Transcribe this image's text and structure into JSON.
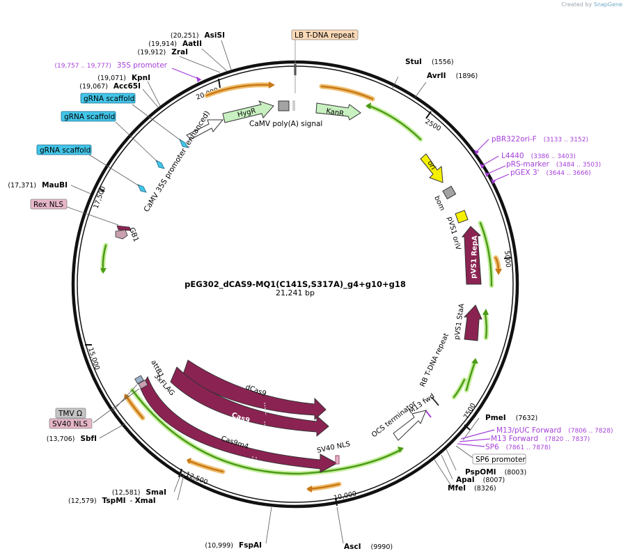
{
  "credit": {
    "prefix": "Created by",
    "brand": "SnapGene"
  },
  "plasmid": {
    "name": "pEG302_dCAS9-MQ1(C141S,S317A)_g4+g10+g18",
    "length_label": "21,241 bp",
    "length_bp": 21241
  },
  "colors": {
    "backbone": "#111111",
    "enzyme_label": "#000000",
    "primer": "#a53fd8",
    "cds": "#8b2352",
    "marker": "#c8f0c0",
    "ori": "#f5f000",
    "rep_orange": "#f0a030",
    "green_arrow": "#5aa020",
    "grey_box": "#a3a3a3",
    "grna": "#43c5e8",
    "nls": "#e6b6c8"
  },
  "ticks": [
    {
      "bp": 2500,
      "label": "2500"
    },
    {
      "bp": 5000,
      "label": "5000"
    },
    {
      "bp": 7500,
      "label": "7500"
    },
    {
      "bp": 10000,
      "label": "10,000"
    },
    {
      "bp": 12500,
      "label": "12,500"
    },
    {
      "bp": 15000,
      "label": "15,000"
    },
    {
      "bp": 17500,
      "label": "17,500"
    },
    {
      "bp": 20000,
      "label": "20,000"
    }
  ],
  "enzymes_right": [
    {
      "name": "StuI",
      "pos": "(1556)",
      "bp": 1556
    },
    {
      "name": "AvrII",
      "pos": "(1896)",
      "bp": 1896
    },
    {
      "name": "PmeI",
      "pos": "(7632)",
      "bp": 7632
    },
    {
      "name": "PspOMI",
      "pos": "(8003)",
      "bp": 8003
    },
    {
      "name": "ApaI",
      "pos": "(8007)",
      "bp": 8007
    },
    {
      "name": "MfeI",
      "pos": "(8326)",
      "bp": 8326
    },
    {
      "name": "AscI",
      "pos": "(9990)",
      "bp": 9990
    }
  ],
  "enzymes_left": [
    {
      "name": "AsiSI",
      "pos": "(20,251)",
      "bp": 20251
    },
    {
      "name": "AatII",
      "pos": "(19,914)",
      "bp": 19914
    },
    {
      "name": "ZraI",
      "pos": "(19,912)",
      "bp": 19912
    },
    {
      "name": "KpnI",
      "pos": "(19,071)",
      "bp": 19071
    },
    {
      "name": "Acc65I",
      "pos": "(19,067)",
      "bp": 19067
    },
    {
      "name": "MauBI",
      "pos": "(17,371)",
      "bp": 17371
    },
    {
      "name": "SbfI",
      "pos": "(13,706)",
      "bp": 13706
    },
    {
      "name": "SmaI",
      "pos": "(12,581)",
      "bp": 12581
    },
    {
      "name": "TspMI",
      "pos": "(12,579)",
      "bp": 12579
    },
    {
      "name": "XmaI",
      "pos": "",
      "bp": 12579
    },
    {
      "name": "FspAI",
      "pos": "(10,999)",
      "bp": 10999
    }
  ],
  "primers": [
    {
      "name": "pBR322ori-F",
      "range": "(3133 .. 3152)"
    },
    {
      "name": "L4440",
      "range": "(3386 .. 3403)"
    },
    {
      "name": "pRS-marker",
      "range": "(3484 .. 3503)"
    },
    {
      "name": "pGEX 3'",
      "range": "(3644 .. 3666)"
    },
    {
      "name": "M13/pUC Forward",
      "range": "(7806 .. 7828)"
    },
    {
      "name": "M13 Forward",
      "range": "(7820 .. 7837)"
    },
    {
      "name": "SP6",
      "range": "(7861 .. 7878)"
    },
    {
      "name": "35S promoter",
      "range": "(19,757 .. 19,777)"
    }
  ],
  "boxed_labels": [
    {
      "text": "LB T-DNA repeat",
      "style": "tdna"
    },
    {
      "text": "gRNA scaffold",
      "style": "grna"
    },
    {
      "text": "gRNA scaffold",
      "style": "grna"
    },
    {
      "text": "gRNA scaffold",
      "style": "grna"
    },
    {
      "text": "Rex NLS",
      "style": "nls"
    },
    {
      "text": "TMV Ω",
      "style": "grey"
    },
    {
      "text": "SV40 NLS",
      "style": "nls"
    },
    {
      "text": "SP6 promoter",
      "style": "white"
    }
  ],
  "features": {
    "hygr": "HygR",
    "kanr": "KanR",
    "camv_polya": "CaMV poly(A) signal",
    "camv35s": "CaMV 35S promoter (enhanced)",
    "ori": "ori",
    "bom": "bom",
    "pvs1_oriv": "pVS1 oriV",
    "pvs1_repa": "pVS1 RepA",
    "pvs1_staa": "pVS1 StaA",
    "rb_tdna": "RB T-DNA repeat",
    "m13fwd": "M13 fwd",
    "ocs": "OCS terminator",
    "dcas9": "dCas9",
    "cas9": "Cas9",
    "cas9m4": "Cas9m4",
    "sv40nls": "SV40 NLS",
    "attb1": "attB1",
    "flag": "3xFLAG",
    "gb1": "GB1"
  }
}
